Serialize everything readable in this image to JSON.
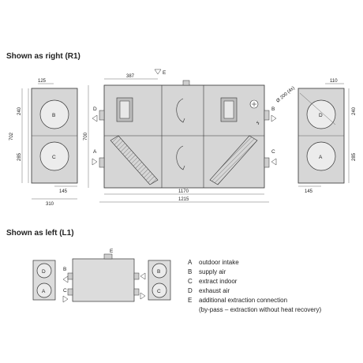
{
  "sections": {
    "right_title": "Shown as right (R1)",
    "left_title": "Shown as left (L1)"
  },
  "dimensions": {
    "d125": "125",
    "d387": "387",
    "d110": "110",
    "d240_left": "240",
    "d285_left": "285",
    "d702": "702",
    "d700": "700",
    "d240_right": "240",
    "d285_right": "285",
    "d145_left": "145",
    "d310": "310",
    "d145_right": "145",
    "d1170": "1170",
    "d1215": "1215",
    "diameter": "Ø 200 (4x)"
  },
  "port_labels": {
    "top_E": "E",
    "side_D": "D",
    "side_A": "A",
    "side_B": "B",
    "side_C": "C",
    "circle_B_left": "B",
    "circle_C_left": "C",
    "circle_D_right": "D",
    "circle_A_right": "A",
    "l1_E": "E",
    "l1_circle_D": "D",
    "l1_circle_A": "A",
    "l1_circle_B": "B",
    "l1_circle_C": "C",
    "l1_side_B": "B",
    "l1_side_C": "C"
  },
  "legend": [
    {
      "letter": "A",
      "text": "outdoor intake"
    },
    {
      "letter": "B",
      "text": "supply air"
    },
    {
      "letter": "C",
      "text": "extract indoor"
    },
    {
      "letter": "D",
      "text": "exhaust air"
    },
    {
      "letter": "E",
      "text": "additional extraction connection"
    },
    {
      "letter": "",
      "text": "(by-pass – extraction without heat recovery)"
    }
  ],
  "icons": [
    "rotation-arrow-icon",
    "fan-icon",
    "heat-exchanger-icon",
    "electric-icon",
    "plus-circle-icon",
    "triangle-marker-icon"
  ]
}
